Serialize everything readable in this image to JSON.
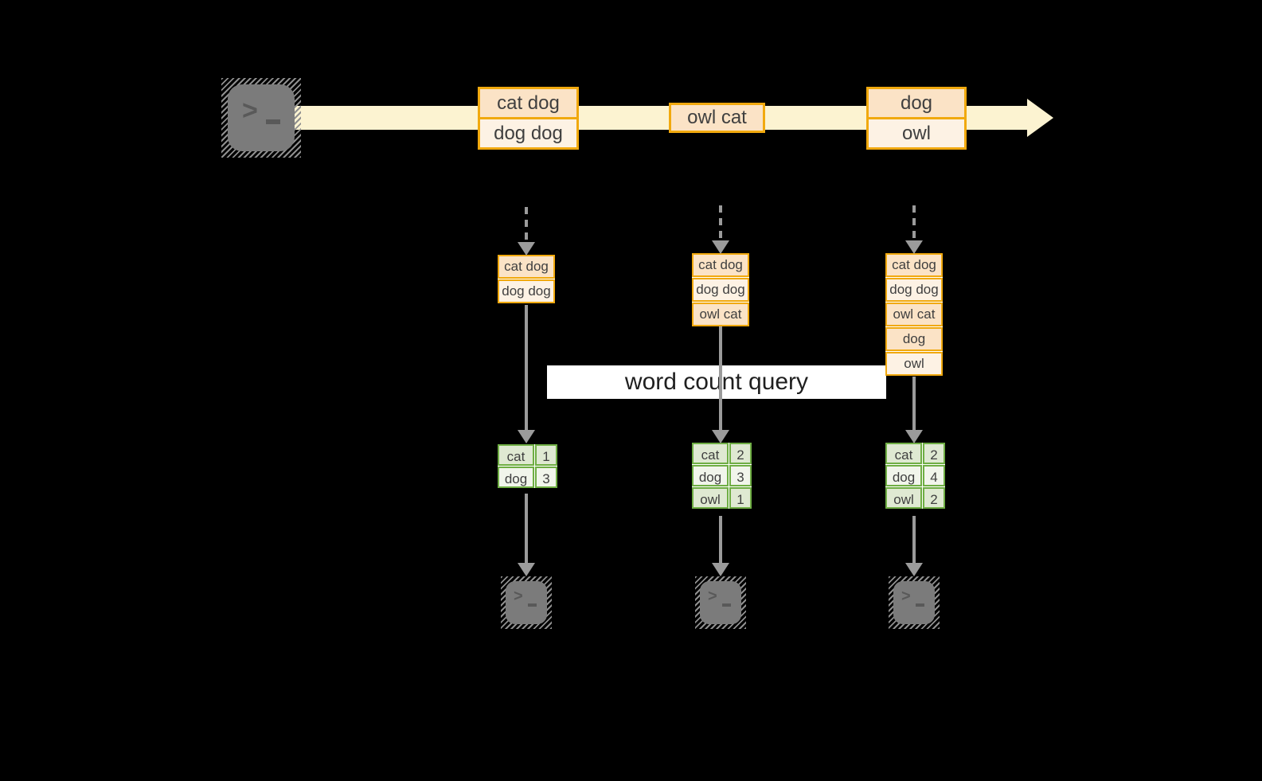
{
  "banner": {
    "label": "word count query"
  },
  "colors": {
    "band": "#fcf3d1",
    "orange_border": "#f1a90e",
    "peach_fill": "#fbe3c6",
    "cream_fill": "#fdf2e4",
    "green_border": "#6fae44",
    "green_row_dark": "#dfe9d2",
    "green_row_light": "#f1f5eb",
    "arrow_gray": "#9b9b9b",
    "terminal_gray": "#7b7b7b",
    "background": "#000000"
  },
  "icons": {
    "terminal_chevron": ">",
    "source_terminal": "terminal-icon",
    "sink_terminal": "terminal-icon"
  },
  "timeline": {
    "batches": [
      {
        "messages": [
          {
            "text": "cat dog",
            "tone": "peach"
          },
          {
            "text": "dog dog",
            "tone": "cream"
          }
        ]
      },
      {
        "messages": [
          {
            "text": "owl cat",
            "tone": "peach"
          }
        ]
      },
      {
        "messages": [
          {
            "text": "dog",
            "tone": "peach"
          },
          {
            "text": "owl",
            "tone": "cream"
          }
        ]
      }
    ]
  },
  "columns": [
    {
      "stack": [
        {
          "text": "cat dog",
          "tone": "peach"
        },
        {
          "text": "dog dog",
          "tone": "cream"
        }
      ],
      "counts": [
        {
          "word": "cat",
          "count": "1"
        },
        {
          "word": "dog",
          "count": "3"
        }
      ]
    },
    {
      "stack": [
        {
          "text": "cat dog",
          "tone": "peach"
        },
        {
          "text": "dog dog",
          "tone": "cream"
        },
        {
          "text": "owl cat",
          "tone": "peach"
        }
      ],
      "counts": [
        {
          "word": "cat",
          "count": "2"
        },
        {
          "word": "dog",
          "count": "3"
        },
        {
          "word": "owl",
          "count": "1"
        }
      ]
    },
    {
      "stack": [
        {
          "text": "cat dog",
          "tone": "peach"
        },
        {
          "text": "dog dog",
          "tone": "cream"
        },
        {
          "text": "owl cat",
          "tone": "peach"
        },
        {
          "text": "dog",
          "tone": "peach"
        },
        {
          "text": "owl",
          "tone": "cream"
        }
      ],
      "counts": [
        {
          "word": "cat",
          "count": "2"
        },
        {
          "word": "dog",
          "count": "4"
        },
        {
          "word": "owl",
          "count": "2"
        }
      ]
    }
  ]
}
